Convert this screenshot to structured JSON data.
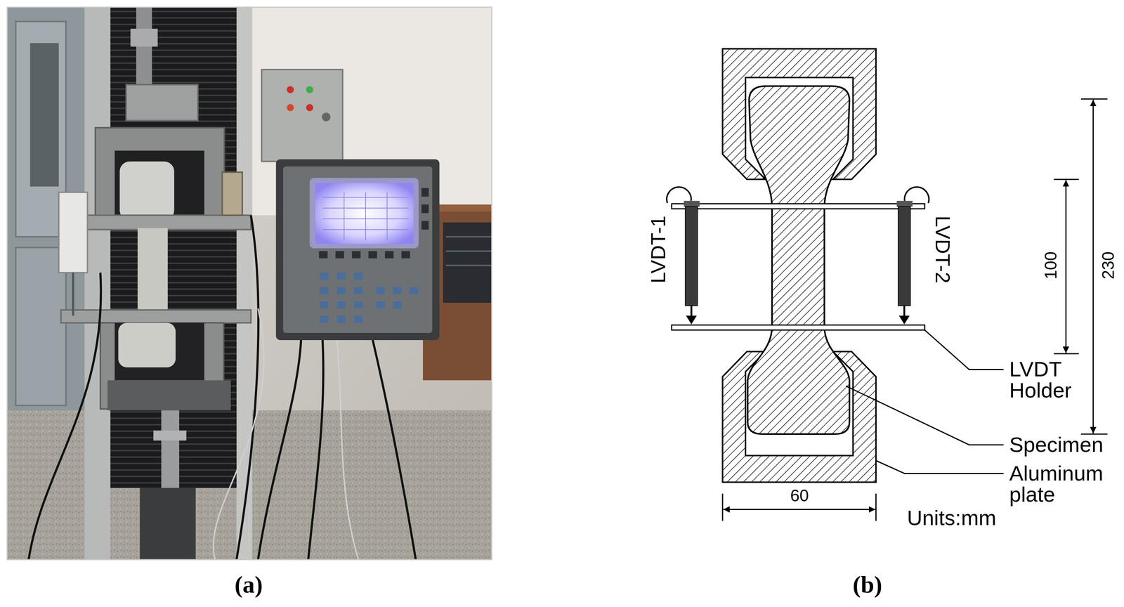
{
  "diagram": {
    "labels": [
      "LVDT-1",
      "LVDT-2",
      "100",
      "230",
      "LVDT Holder",
      "Specimen",
      "Aluminum plate",
      "60",
      "Units:mm",
      "(a)",
      "(b)"
    ]
  }
}
